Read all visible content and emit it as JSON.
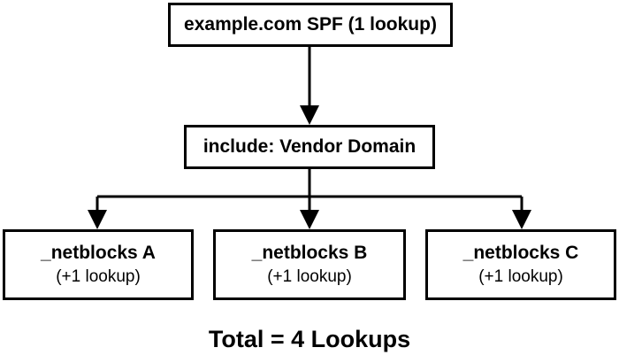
{
  "diagram": {
    "root": {
      "title": "example.com SPF (1 lookup)"
    },
    "include": {
      "title": "include: Vendor Domain"
    },
    "netblocks": [
      {
        "title": "_netblocks A",
        "subtitle": "(+1 lookup)"
      },
      {
        "title": "_netblocks B",
        "subtitle": "(+1 lookup)"
      },
      {
        "title": "_netblocks C",
        "subtitle": "(+1 lookup)"
      }
    ],
    "total": "Total = 4 Lookups",
    "line_color": "#000000"
  }
}
